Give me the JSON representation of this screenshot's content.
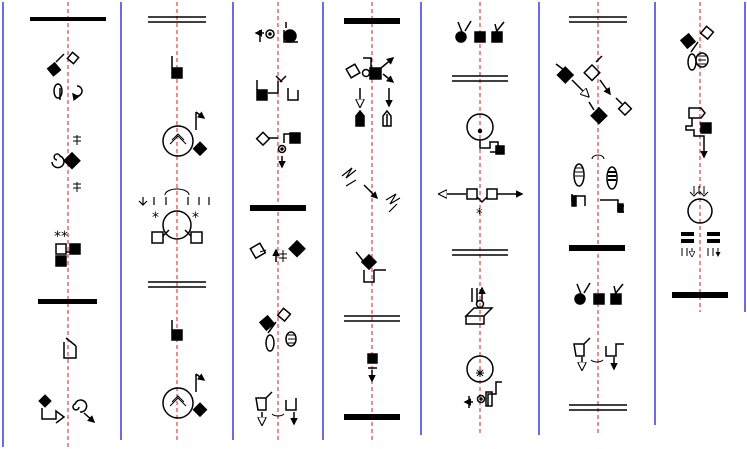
{
  "score": {
    "column_count": 7,
    "colors": {
      "column_rule": "#3b3bd6",
      "center_line": "#e0191e",
      "ink": "#000000"
    },
    "glyph_text": {
      "asterisk": "*",
      "double_asterisk": "**"
    },
    "columns": [
      {
        "id": "col-1",
        "glyphs": [
          "thick-bar",
          "contact-pair",
          "hook-turn-pair",
          "spiral-strike-group",
          "asterisk-pair",
          "thick-bar",
          "corner-hook",
          "arrow-spiral-group"
        ]
      },
      {
        "id": "col-2",
        "glyphs": [
          "double-bar",
          "solid-box-hook",
          "circle-arrow-group",
          "arrow-row-circle-group",
          "double-bar",
          "solid-box-hook",
          "circle-arrow-group"
        ]
      },
      {
        "id": "col-3",
        "glyphs": [
          "arrow-dot-group",
          "box-hook-pair",
          "diamond-flag",
          "thick-bar",
          "tilted-box-group",
          "contact-pair",
          "cup-arrows-pair"
        ]
      },
      {
        "id": "col-4",
        "glyphs": [
          "thick-bar",
          "box-arrow-cluster",
          "zigzag-pair",
          "box-hook-tilt",
          "double-bar",
          "solid-box-arrow",
          "thick-bar"
        ]
      },
      {
        "id": "col-5",
        "glyphs": [
          "dot-box-trio",
          "double-bar",
          "circle-dot-flag",
          "arrow-box-row",
          "double-bar",
          "arrow-box-group",
          "circle-sun-group"
        ]
      },
      {
        "id": "col-6",
        "glyphs": [
          "double-bar",
          "diamond-arrow-chain",
          "oval-arrows-pair",
          "thick-bar",
          "dot-box-trio",
          "cup-arrows-pair",
          "double-bar"
        ]
      },
      {
        "id": "col-7",
        "glyphs": [
          "contact-pair",
          "arrow-hook-group",
          "circle-arrows-group",
          "thick-bar"
        ]
      }
    ]
  }
}
